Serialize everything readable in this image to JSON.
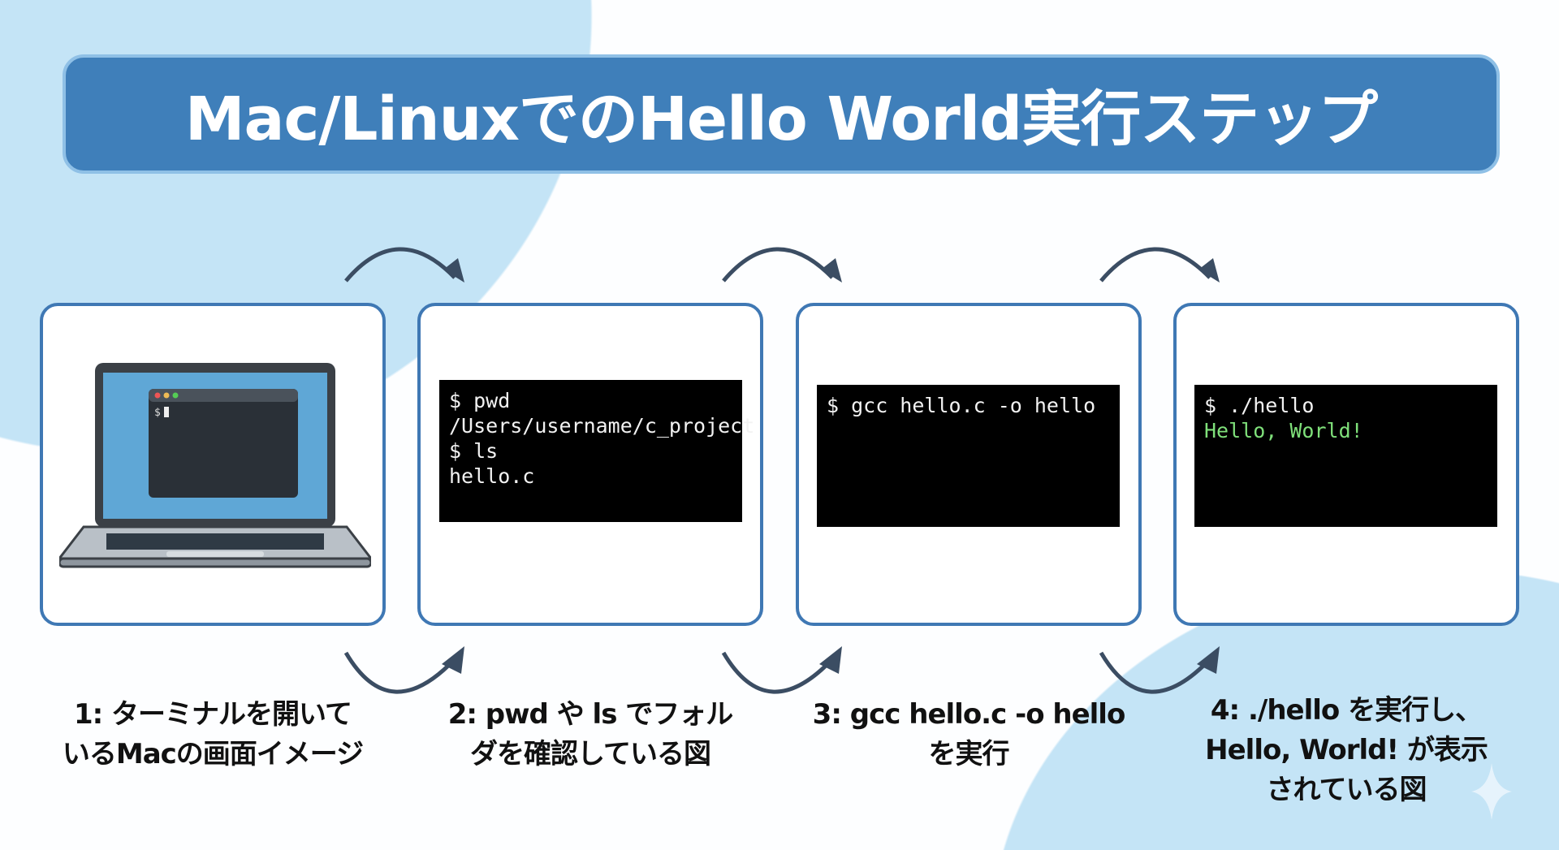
{
  "title": "Mac/LinuxでのHello World実行ステップ",
  "steps": [
    {
      "label_lines": [
        "1: ターミナルを開いて",
        "いるMacの画面イメージ"
      ],
      "terminal_prompt": "$"
    },
    {
      "label_lines": [
        "2: pwd や ls でフォル",
        "ダを確認している図"
      ],
      "terminal_lines": [
        "$ pwd",
        "/Users/username/c_project",
        "$ ls",
        "hello.c"
      ]
    },
    {
      "label_lines": [
        "3: gcc hello.c -o hello",
        "を実行"
      ],
      "terminal_lines": [
        "$ gcc hello.c -o hello"
      ]
    },
    {
      "label_lines": [
        "4: ./hello を実行し、",
        "Hello, World! が表示",
        "されている図"
      ],
      "terminal_lines": [
        "$ ./hello"
      ],
      "output_line": "Hello, World!"
    }
  ],
  "colors": {
    "banner": "#3f7fba",
    "card_border": "#3f78b4",
    "output_green": "#7fe07a",
    "arrow": "#3b4d63"
  }
}
